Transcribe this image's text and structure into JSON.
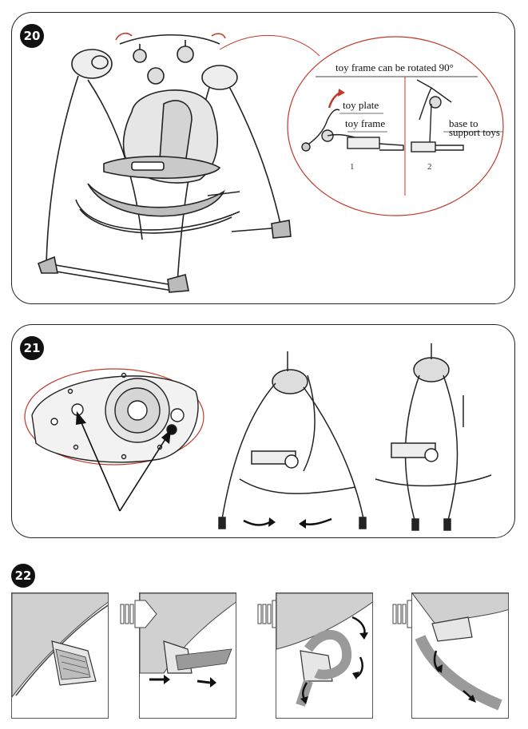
{
  "steps": {
    "s20": {
      "badge": "20",
      "callout_title": "toy frame can be rotated 90°",
      "label_toy_plate": "toy plate",
      "label_toy_frame": "toy frame",
      "label_base": "base to",
      "label_base2": "support toys",
      "fig1": "1",
      "fig2": "2"
    },
    "s21": {
      "badge": "21"
    },
    "s22": {
      "badge": "22"
    }
  },
  "colors": {
    "callout_red": "#c0392b",
    "line": "#222222",
    "fill_gray": "#cfcfcf",
    "strap": "#9a9a9a"
  }
}
